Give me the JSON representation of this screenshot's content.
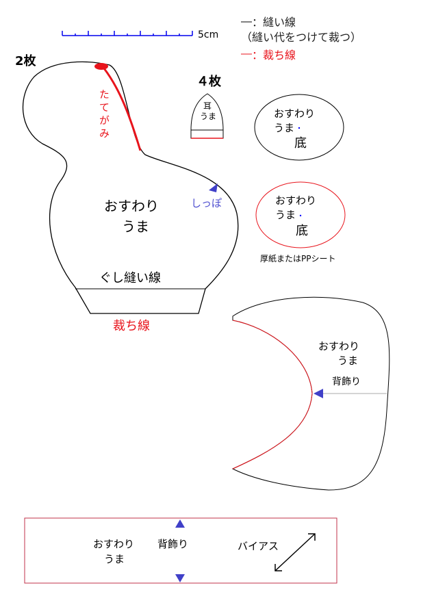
{
  "scale": {
    "label": "5cm"
  },
  "legend": {
    "sew_line": "：縫い線",
    "sew_note": "（縫い代をつけて裁つ）",
    "cut_line": "：裁ち線"
  },
  "body": {
    "count": "2枚",
    "mane": "たてがみ",
    "title1": "おすわり",
    "title2": "うま",
    "tail": "しっぽ",
    "gather": "ぐし縫い線",
    "cut": "裁ち線"
  },
  "ear": {
    "count": "４枚",
    "label1": "耳",
    "label2": "うま"
  },
  "base1": {
    "l1": "おすわり",
    "l2": "うま",
    "l3": "底"
  },
  "base2": {
    "l1": "おすわり",
    "l2": "うま",
    "l3": "底",
    "note": "厚紙またはPPシート"
  },
  "back": {
    "l1": "おすわり",
    "l2": "うま",
    "l3": "背飾り"
  },
  "bias": {
    "l1": "おすわり",
    "l2": "うま",
    "l3": "背飾り",
    "l4": "バイアス"
  },
  "colors": {
    "sew": "#000000",
    "cut": "#e8141c",
    "marker": "#4040c8"
  }
}
